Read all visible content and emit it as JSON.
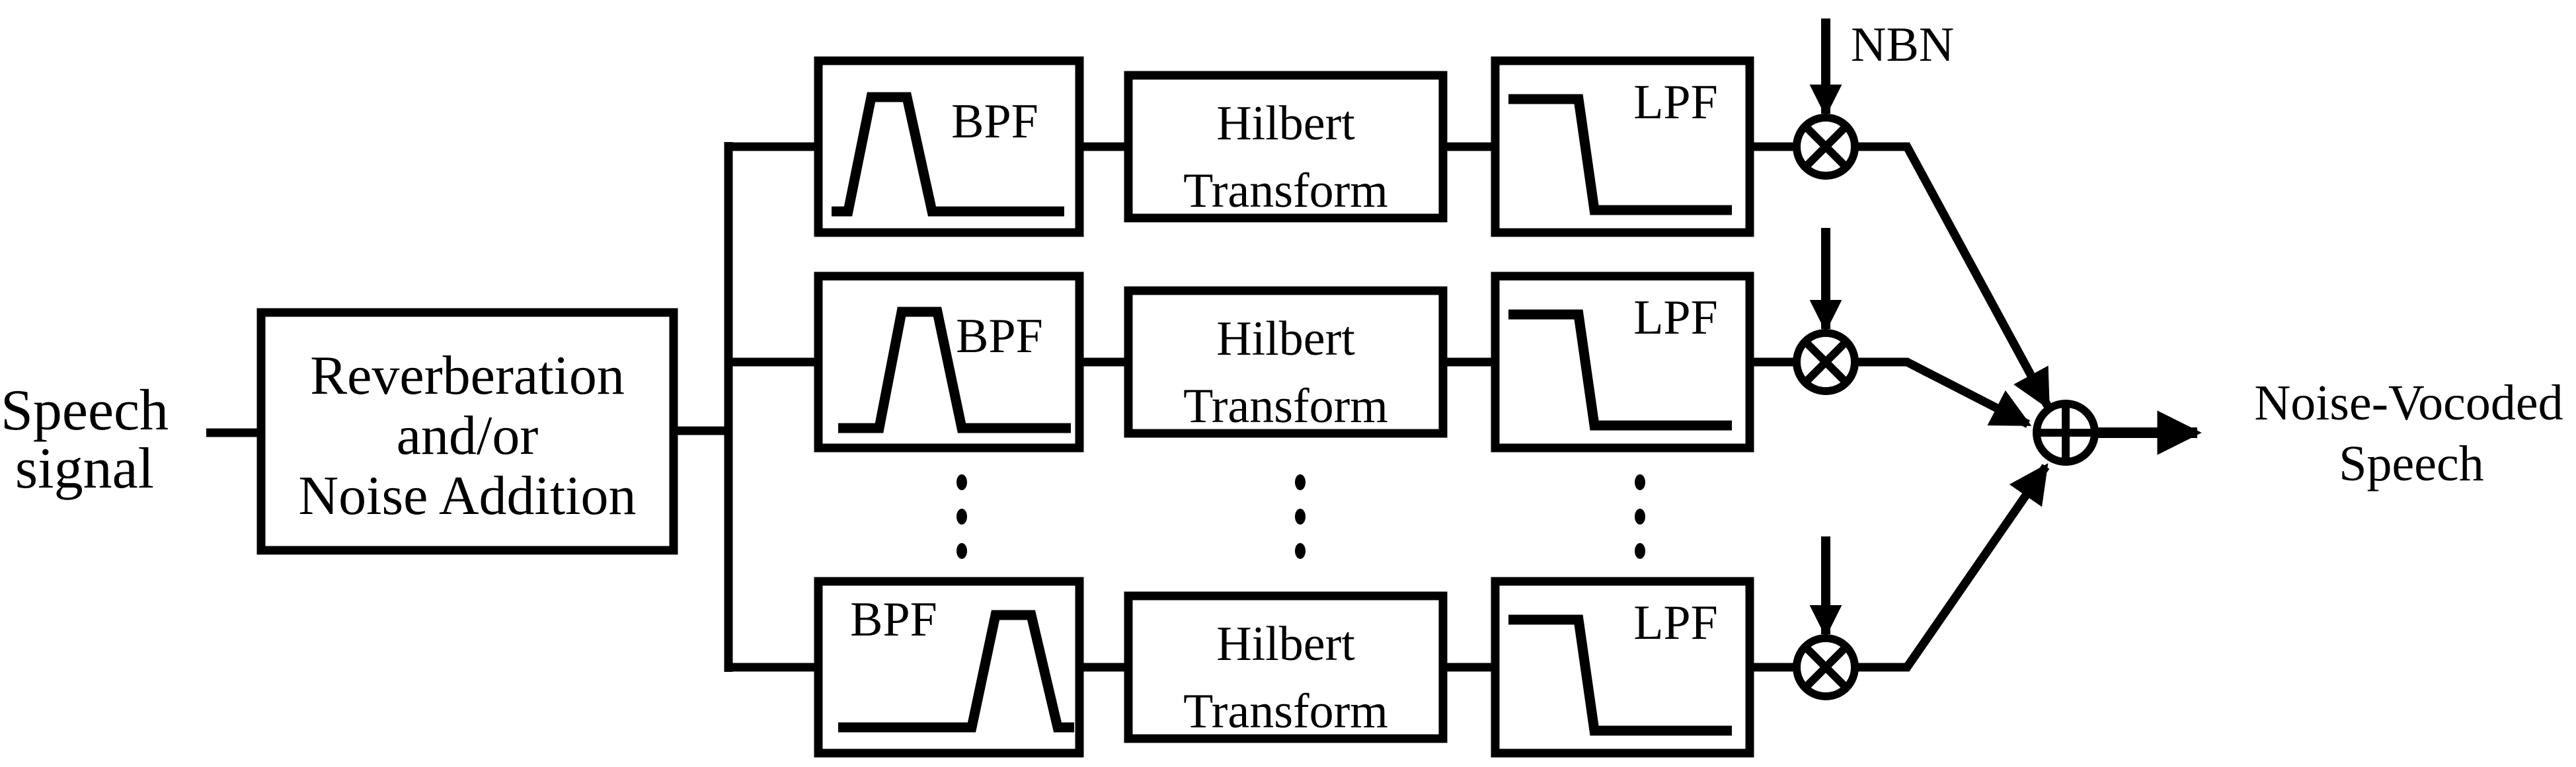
{
  "figure": {
    "colors": {
      "ink": "#000000",
      "background": "#ffffff"
    },
    "input_label": {
      "line1": "Speech",
      "line2": "signal"
    },
    "preprocessing_box": {
      "line1": "Reverberation",
      "line2": "and/or",
      "line3": "Noise Addition"
    },
    "channels": [
      {
        "bpf_label": "BPF",
        "hilbert_line1": "Hilbert",
        "hilbert_line2": "Transform",
        "lpf_label": "LPF"
      },
      {
        "bpf_label": "BPF",
        "hilbert_line1": "Hilbert",
        "hilbert_line2": "Transform",
        "lpf_label": "LPF"
      },
      {
        "bpf_label": "BPF",
        "hilbert_line1": "Hilbert",
        "hilbert_line2": "Transform",
        "lpf_label": "LPF"
      }
    ],
    "nbn_label": "NBN",
    "output_label": {
      "line1": "Noise-Vocoded",
      "line2": "Speech"
    },
    "icons": {
      "multiplier": "⊗",
      "adder": "⊕",
      "ellipsis": "⋮"
    }
  }
}
